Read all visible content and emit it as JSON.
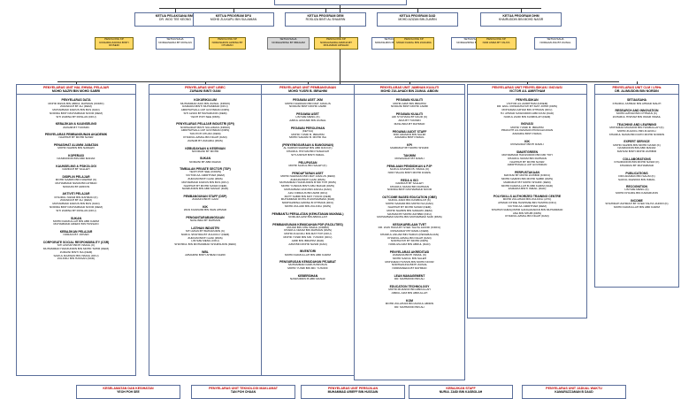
{
  "top_box": {
    "title": "",
    "name": ""
  },
  "heads": [
    {
      "title": "KETUA PELAKSANA BMS",
      "name": "DR. WOO TEE KEONG"
    },
    {
      "title": "KETUA PROGRAM DFU",
      "name": "MOHD ZULKAPLI BIN SULAIMAN"
    },
    {
      "title": "KETUA PROGRAM DEM",
      "name": "ROSLIZA BINTI AL SHAARIN"
    },
    {
      "title": "KETUA PROGRAM DAD",
      "name": "MOHD AZIZAN BIN ZUARIN"
    },
    {
      "title": "KETUA PROGRAM DHM",
      "name": "KHAIRUDDIN BIN MOHD NASIR"
    }
  ],
  "sub_boxes": [
    {
      "label": "PENOLONG KP\nRASHIDA ZAKIDA BINTI ROSEDI",
      "kind": "yellow"
    },
    {
      "label": "SETIAUSAHA\nNORHASHIDA BT ROSLAN",
      "kind": "white"
    },
    {
      "label": "PENOLONG KP\nNORASHIKIN AZRINA BT OTHMAN",
      "kind": "yellow"
    },
    {
      "label": "SETIAUSAHA\nNORHAZRINA BT IBRAHIM",
      "kind": "gray"
    },
    {
      "label": "PENOLONG KP\nNORHASHIDA AZRINA BT MOHAMAD ARSHAD",
      "kind": "yellow"
    },
    {
      "label": "SETIAUSAHA\nNORASHIKIN BINTI IBRAHIM",
      "kind": "white"
    },
    {
      "label": "PENOLONG KP\nMOHD FAIZAL BIN ZAKARIA",
      "kind": "yellow"
    },
    {
      "label": "SETIAUSAHA\nNORHAZRINA BT RAZALI",
      "kind": "white"
    },
    {
      "label": "PENOLONG KP\nNOR ASMA BT YAHYA",
      "kind": "yellow"
    },
    {
      "label": "SETIAUSAHA\nNORHAZLINA BT ZAINAL",
      "kind": "white"
    }
  ],
  "columns": [
    {
      "title": "PENYELARAS UNIT HAL EHWAL PELAJAR",
      "name": "MOHD NAZRI BIN MOHD SABRI",
      "sections": [
        {
          "title": "PENYELARAS DATA",
          "members": [
            "MOHD RIZAN BIN ABDUL RAHMAN (KDMO)",
            "ZURAIDAH BT ALI (DEM)",
            "MUHAMMAD FAIRUS BIN BUS (DAD)",
            "NORIDA BINTI MUHAMMAD NOOR (DEM)",
            "SITI ZARINA BT ROSLAN (DFU)"
          ]
        },
        {
          "title": "KEBAJIKAN & KAUNSELING",
          "members": [
            "ZAINAB BT TUKIMIN"
          ]
        },
        {
          "title": "PENYELARAS PEMBANGUNAN AKADEMIK",
          "members": [
            "NAZIHAH BT MOHD NASIR"
          ]
        },
        {
          "title": "PENASIHAT ALUMNI JABATAN",
          "members": [
            "MOHD NAZRIN BIN NAWAWI"
          ]
        },
        {
          "title": "KOPERASI",
          "members": [
            "NASRUDDIN BIN ABD MANAF"
          ]
        },
        {
          "title": "KAUNSELING & PSIKOLOGI",
          "members": [
            "FARIDAH BT SALLEH"
          ]
        },
        {
          "title": "DISIPLIN PELAJAR",
          "members": [
            "MOHD NAZRIN BIN NAWAWI (K)",
            "MUHAMMAD NIZAM BIN AHMAD",
            "NORAINI BT ARIFFIN"
          ]
        },
        {
          "title": "AKTIVITI PELAJAR",
          "members": [
            "KHAIRUL NIZAM BIN RAHMAN (K)",
            "ZURAIDAH BT ALI (DEM)",
            "MUHAMMAD FAIRUS BIN BUS (DAD)",
            "NORIDA BINTI MUHAMMAD NOOR (DEM)",
            "SITI ZARINA BT ROSLAN (DFU)"
          ]
        },
        {
          "title": "SUKAN",
          "members": [
            "MOHD FADZULLAH BIN ABD KARIM",
            "MUHAMMAD ARIEFF BIN HUSSAIN"
          ]
        },
        {
          "title": "KEBAJIKAN PELAJAR",
          "members": [
            "NORANI BT JOHARI"
          ]
        },
        {
          "title": "CORPORATE SOCIAL RESPONSIBILITY (CSR)",
          "members": [
            "SITI AISHAH BINTI ISMAIL (K)",
            "MUHAMMAD HAFIZUDDIN BIN MOHD TAHIR (DEM)",
            "ZURAINI BINTI ISA (DEM)",
            "SAIFUL RAZWAN BIN ISMAIL (DFU)",
            "ZULKIFLI BIN HASSAN (DAD)"
          ]
        }
      ]
    },
    {
      "title": "PENYELARAS UNIT LIBEC",
      "name": "ZURAINI BINTI GANI",
      "sections": [
        {
          "title": "KOKURIKULUM",
          "members": [
            "MUHAMMAD ZAKI BIN ZAINAL (KDMO)",
            "RAMARIA BINTI MUHAMMAD (DFU)",
            "AMIRTAHVALLI A/P GOVINDAN (DMS)",
            "SITI AZIAN BT BAHARUDIN (DEM)",
            "YEOH POH SEE (DMS)"
          ]
        },
        {
          "title": "PENYELARAS PELAJAR INDUSTRI (SPI)",
          "members": [
            "NORSAIDAH BINTI SULAIMAN (KDMO)",
            "AMIRTAHVALLI A/P GOVINDAN (DMS)",
            "TAN POH CHUAN (DEM)",
            "KHAIRUL AZMAL BIN NGAH (DAD)",
            "ZAINAB BT ZAKARIA (DMS)"
          ]
        },
        {
          "title": "KEBUDAYAAN & KESENIAN",
          "members": [
            "NOORAINI BT MOHD"
          ]
        },
        {
          "title": "SUKAN",
          "members": [
            "NORAINI BT ABD RAZAK"
          ]
        },
        {
          "title": "TIMBALAN PRIVATE SECTOR (TSP)",
          "members": [
            "YEOH POH SEE (K/DMS)",
            "VICTOR A/L AMIRTHAM (DEM)",
            "ZURAINI BINTI GANI (DMS)",
            "MUHAMMAD FAIRUS BIN BUS (DFU)",
            "NAZIHAH BT MOHD NASIR (DEM)",
            "NASRUDDIN BIN ABD MANAF (DAD)"
          ]
        },
        {
          "title": "PEMBANGUNAN STAFF (DSP)",
          "members": [
            "ZURAINI BINTI GANI"
          ]
        },
        {
          "title": "KIK",
          "members": [
            "WAN KUZZAIMI BIN WAN AHMAD"
          ]
        },
        {
          "title": "PENGANTARABANGSAAN",
          "members": [
            "NASLINDA BT RAHMAN"
          ]
        },
        {
          "title": "LATIHAN INDUSTRI",
          "members": [
            "SITI AZIAN BT BAHARUDIN (K)",
            "NURUL SHAHIDA BT ZULKIFLY (DEM)",
            "ZURAINI BINTI GANI (DMS)",
            "LIM SZE MENG (DFU)",
            "SHAHRUL BIN MOHAMMAD SHAMSUDIN (DEM)"
          ]
        },
        {
          "title": "WBL",
          "members": [
            "AZMARINI BINTI AHMAD NAZRI"
          ]
        }
      ]
    },
    {
      "title": "PENYELARAS UNIT PEMBANGUNAN",
      "name": "MOHD YUSRI B. IBRAHIM",
      "sections": [
        {
          "title": "PEGAWAI ASET JKM",
          "members": [
            "MOHD NAWAFAN BIN MAT JAMLUS",
            "NORAINI BINTI MOHD JAMRI"
          ]
        },
        {
          "title": "PEGAWAI ASET",
          "members": [
            "LIM SZE MENG (K)",
            "AZRUL AFFANDI BIN ZAINAL"
          ]
        },
        {
          "title": "PEGAWAI PEROLEHAN",
          "members": [
            "(KETUA)",
            "MOHD YUSRI B. IBRAHIM",
            "MOHD SAFAWI B. MOHD ISA"
          ]
        },
        {
          "title": "(PENYENGGARAAN & BANGUNAN)",
          "members": [
            "AL KARIMI NAWAWI BIN ABD RANI (K)",
            "KHAIRUL HISYAM BIN HANAFIAH",
            "SITI AISHAH BINTI ISMAIL"
          ]
        },
        {
          "title": "PELUPUSAN",
          "members": [
            "MOHD SAIFUL BIN SALEH (K)"
          ]
        },
        {
          "title": "PENDAFTARAN ASET",
          "members": [
            "MOHD NAWAFAN BIN MAT JAMLUS (DEM)",
            "ZURAINI BINTI GANI (DMS)",
            "MUHAMMAD HAFIZUDDIN B MD TOH (DMS)",
            "MOHD YUSRAN BINTI ABU BAKAR (DMS)",
            "MUHAMMAD ZAIN BIN ZAINAL (DAD)",
            "AZLI FIRDAUS BIN AMIR (DFU)",
            "MATT SABRI BIN MAT YUSOF (DEM)",
            "MUHAMMAD ROHIL B MUHAMMAD (DAD)",
            "NORHAZRINA AZRINA B OTHMAN (DFU)",
            "MOHD ZULAIDI BIN ZULKIFLI (DMS)"
          ]
        },
        {
          "title": "PEMBANTU PERALATAN (KEHUTANAN MAKMAL)",
          "members": [
            "NORLIZA AZIZ BIN ABDULLAH"
          ]
        },
        {
          "title": "PEMBANGUNAN KEMUDAHAN PDP (FACILITIES)",
          "members": [
            "ANUAR BIN CHE ISMAIL (K/DEM)",
            "KHAIRUL NIZAM BIN RAHMAN (DMS)",
            "MOHD ZULKIFLI BIN MAT TOH (DFU)",
            "MOHD YUSRI BIN MD. YUSOFF (DFU)",
            "AZMI BIN IBRAHIM (DAD)",
            "AZMI BIN MOHD NASIR (DAD)"
          ]
        },
        {
          "title": "INVENTORI",
          "members": [
            "MOHD FADZULLAH BIN ABD KARIM"
          ]
        },
        {
          "title": "PENGURUSAN KEMUDAHAN PEJABAT",
          "members": [
            "MUHAMMAD FAIRUS BIN BUS",
            "MOHD YUSRI BIN MD. YUSOFF"
          ]
        },
        {
          "title": "KEBERSIHAN",
          "members": [
            "NASRUDDIN B ABD MANAF"
          ]
        }
      ]
    },
    {
      "title": "PENYELARAS UNIT JAMINAN KUALITI",
      "name": "MOHD ZULAHADI BIN ZAINUL ABIDIN",
      "sections": [
        {
          "title": "PEGAWAI KUALITI",
          "members": [
            "MOHD AZMI BIN IBRAHIM",
            "NORAINI BINTI MOHD JAMRI"
          ]
        },
        {
          "title": "PEGAWAI KUALITI",
          "members": [
            "ADI SYUHADA BT DAUD (K)",
            "AIDA BT TUKIMIN",
            "MASLINDA BT RAHMAD"
          ]
        },
        {
          "title": "PEGAWAI AUDIT STAFF",
          "members": [
            "DIDI ADAMAN BIN SALIM",
            "ZAMARIA BINTI ISMAIL"
          ]
        },
        {
          "title": "KPI",
          "members": [
            "MARDZIAH BT MOHD SHARIF"
          ]
        },
        {
          "title": "TAKWIM",
          "members": [
            "ROSZAIDAH BT RAMLI"
          ]
        },
        {
          "title": "PENILAIAN PENDIDIKAN & PJP",
          "members": [
            "SAIFUL RAZWAN B. ISMAIL (K)",
            "NOR HALIZA BINTI MOHD FADZIL"
          ]
        },
        {
          "title": "REDA & ISO",
          "members": [
            "FARIDAH BT SALLEH",
            "KHAIRUL NIZAM BIN RAHMAN",
            "NORIDA BINTI MUHAMMAD NOOR"
          ]
        },
        {
          "title": "OUTCOME BASED EDUCATION (OBE)",
          "members": [
            "NURUL ZAIDI BIN KASBOLAH (K)",
            "MOHD SARAMI BIN MOHD ISA (DAD)",
            "NAZIHAH BT MOHD NASIR (DEM)",
            "MOHD NAZRIN BIN NAWAWI (DEM)",
            "MAHAMI BT MOHD ZAHIBIR (DFU)",
            "MUHAMMAD FADHIL BIN MUHAMMAD SAID (DMS)"
          ]
        },
        {
          "title": "KESUKARELAAN TVET",
          "members": [
            "DR. ZAIN HUDA BT SYED TALHA JAFFRI (K/DFU)",
            "ROSZAIDAH BT RAMLI (DEM)",
            "KHAIRUL ANUAR BIN HARUN (PENGBAGIAN)",
            "KHAIRUL AZMAL BIN NGAH (DAD)",
            "NORHAYATI BT MOHD (DMS)",
            "NORLIZA AZIZ BIN ABDUL (DAD)"
          ]
        },
        {
          "title": "PENYELARAS AKREDITASI",
          "members": [
            "ZAMARIA BINTI ISMAIL (K)",
            "MOHD SAIFUL BIN SALEH",
            "MOHAMAD HUSSIN BIN MOHD NOOR",
            "NORHAZLINA BINTI ZAINAL",
            "NORMANEDA BT RAHMAD"
          ]
        },
        {
          "title": "LEAN MANAGEMENT",
          "members": [
            "DR. MAHMOOD BIN ALI"
          ]
        },
        {
          "title": "EDUCATION TECHNOLOGY",
          "members": [
            "MOHD MUZAKIR BIN ABDULLAH",
            "ABDUL AZIZ BIN ABDULLAH"
          ]
        },
        {
          "title": "KOM",
          "members": [
            "MOHD ZULAHADI BIN ZAINUL ABIDIN",
            "DR. MAHMOOD BIN ALI"
          ]
        }
      ]
    },
    {
      "title": "PENYELARAS UNIT PENYELIDIKAN / INOVASI",
      "name": "VICTOR A/L AMIRTHAM",
      "sections": [
        {
          "title": "PENYELIDIKAN",
          "members": [
            "VICTOR A/L AMIRTHAM (K/DEM)",
            "DR. ENG. ROSMAHAYATI BT MAT JOHRI (DMS)",
            "MOHAMAD AZHAR BIN OTHMAN (DFU)",
            "HJ. AHMAD NASRUDDIN ABD RANI (DAD)",
            "NURUL ZAIDI BIN KASBOLAH (DEM)"
          ]
        },
        {
          "title": "INOVASI",
          "members": [
            "MOHD YUSRI B. IBRAHIM",
            "PRAKATH A/L KESAVAN PRAKALKANAN",
            "ZAMARIA BINTI ISMAIL"
          ]
        },
        {
          "title": "KIK",
          "members": [
            "ROSZAIDAH BINTI RAMLI"
          ]
        },
        {
          "title": "SMARTGREEN",
          "members": [
            "MUHAMMAD HAFIZUDDIN BIN MD TOH",
            "KHAIRUL NIZAM BIN RAHMAN",
            "NAZIHAH BT MOHD NASIR",
            "AMIRTHAVALLI A/P GOVINDAN"
          ]
        },
        {
          "title": "PERPUSTAKAAN",
          "members": [
            "MAHANI BT MOHD ZAHIBIR (K/DFU)",
            "MOHD NAZRIN BIN MOHD SABRI (DMS)",
            "MARDZIAH BT MOHD SHARIF (DEM)",
            "MOHD FADZULLAH B ABD KARIM (DAD)",
            "ZAMARIA BINTI ISMAIL (DAD)"
          ]
        },
        {
          "title": "POLYSKILLS AUTHORIZED TRAINING CENTRE",
          "members": [
            "MOHD ZULAHADI BIN ZULKIFLI (ATC)",
            "AHMAD FITRIE HASHIMIE BIN HASHIM (DFU)",
            "VICTOR A/L AMIRTHAM (DEM)",
            "SHAHMI NAMAQISHIR GANGADARAN BIN MUHAMMAD",
            "ANA BIN SHUIB (DMS)",
            "KHAIRUL AZMAL BIN NGAH (DAD)"
          ]
        }
      ]
    },
    {
      "title": "PENYELARAS UNIT CLM / LRHs",
      "name": "DR. ALIMUDDIN BIN NORDIN",
      "sections": [
        {
          "title": "SETIAUSAHA",
          "members": [
            "KHAIRUL ASHRAF BIN AHMAD MALIH"
          ]
        },
        {
          "title": "RESEARCH AND INNOVATION",
          "members": [
            "MOHD AZHAR BIN OTHMAN (K)",
            "ZAHARUL HISHAM BIN OMAR ISMAIL"
          ]
        },
        {
          "title": "TEACHING AND LEARNING",
          "members": [
            "MOHAMAD MUZAKIR BIN HASBULLAH (K)",
            "MOHD ZULKIFLI BIN ZULKIFLI",
            "KHAIRUL NIZAM BIN DATO MOHD NORDIN"
          ]
        },
        {
          "title": "EXPERT SERVICE",
          "members": [
            "MOHD NAZRIN BIN MOHD NASIR (K)",
            "NASRUDDIN BIN ABD MANAF",
            "MAHANI BINTI MOHD ZAHIBIR"
          ]
        },
        {
          "title": "COLLABORATIONS",
          "members": [
            "KHAIRUDDIN BIN MOHD NASIR (K)",
            "KHAIRIZA BT MUHAMMAD"
          ]
        },
        {
          "title": "PUBLICATIONS",
          "members": [
            "DIDI ADAMAN BIN SALIM (K)",
            "SAIFUL RAZWAN BIN ISMAIL"
          ]
        },
        {
          "title": "RECOGNITION",
          "members": [
            "LIM SZE MENG (K)",
            "MOHD KHAIRIL BIN KAMARUDIN"
          ]
        },
        {
          "title": "INCOME",
          "members": [
            "SHAHIDAH ZAHIRAH BT SYED TALHA JAFFRI (K)",
            "MOHD FADZULLAH BIN ABD KARIM"
          ]
        }
      ]
    }
  ],
  "bottom_boxes": [
    {
      "title": "KESELAMATAN DAN KESIHATAN",
      "name": "YEOH POH SEE"
    },
    {
      "title": "PENYELARAS UNIT TEKNOLOGI MAKLUMAT",
      "name": "TAN POH CHUAN"
    },
    {
      "title": "PENYELARAS UNIT PERSIJILAN",
      "name": "MUHAMMAD ARIEFF BIN HUSSAIN"
    },
    {
      "title": "KEBAJIKAN STAFF",
      "name": "NURUL ZAIDI BIN KASBOLAH"
    },
    {
      "title": "PENYELARAS UNIT JADUAL WAKTU",
      "name": "KAMARUZZAMAN B DAUD"
    }
  ]
}
